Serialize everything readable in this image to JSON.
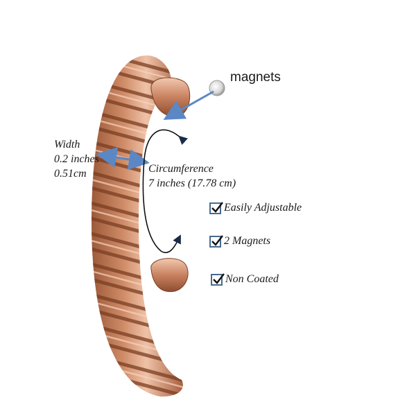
{
  "colors": {
    "copper": "#c47a55",
    "copper_dark": "#8a4a2c",
    "copper_light": "#e9b59a",
    "arrow": "#5b87c5",
    "checkbox_border": "#4a6a90"
  },
  "callouts": {
    "magnets_label": "magnets",
    "width_title": "Width",
    "width_inches": "0.2 inches",
    "width_cm": "0.51cm",
    "circumference_title": "Circumference",
    "circumference_value": "7 inches (17.78 cm)"
  },
  "features": [
    {
      "label": "Easily Adjustable",
      "checked": true,
      "icon": "checkbox-icon"
    },
    {
      "label": "2 Magnets",
      "checked": true,
      "icon": "checkbox-icon"
    },
    {
      "label": "Non Coated",
      "checked": true,
      "icon": "checkbox-icon"
    }
  ]
}
